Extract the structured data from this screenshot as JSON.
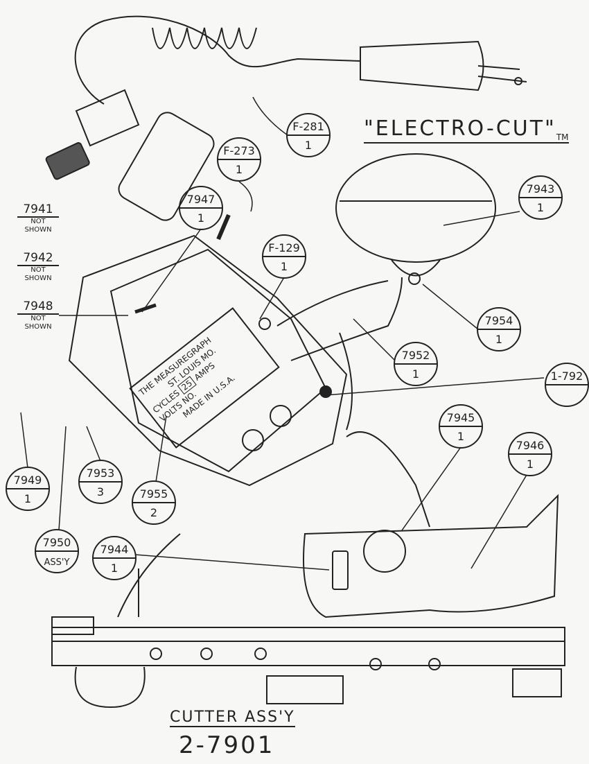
{
  "title": {
    "text": "\"ELECTRO-CUT\"",
    "tm": "TM"
  },
  "assembly": {
    "name": "CUTTER ASS'Y",
    "number": "2-7901"
  },
  "nameplate": {
    "maker": "THE MEASUREGRAPH",
    "city": "ST. LOUIS MO.",
    "cycles_label": "CYCLES",
    "cycles_value": "25",
    "amps_label": "AMPS",
    "volts_label": "VOLTS",
    "no_label": "NO.",
    "made_in": "MADE IN U.S.A."
  },
  "callouts": [
    {
      "part": "F-281",
      "qty": "1"
    },
    {
      "part": "F-273",
      "qty": "1"
    },
    {
      "part": "7947",
      "qty": "1"
    },
    {
      "part": "F-129",
      "qty": "1"
    },
    {
      "part": "7943",
      "qty": "1"
    },
    {
      "part": "7954",
      "qty": "1"
    },
    {
      "part": "7952",
      "qty": "1"
    },
    {
      "part": "1-792",
      "qty": ""
    },
    {
      "part": "7945",
      "qty": "1"
    },
    {
      "part": "7946",
      "qty": "1"
    },
    {
      "part": "7949",
      "qty": "1"
    },
    {
      "part": "7953",
      "qty": "3"
    },
    {
      "part": "7955",
      "qty": "2"
    },
    {
      "part": "7950",
      "qty": "ASS'Y"
    },
    {
      "part": "7944",
      "qty": "1"
    }
  ],
  "not_shown": [
    {
      "part": "7941",
      "note": "NOT SHOWN"
    },
    {
      "part": "7942",
      "note": "NOT SHOWN"
    },
    {
      "part": "7948",
      "note": "NOT SHOWN"
    }
  ]
}
